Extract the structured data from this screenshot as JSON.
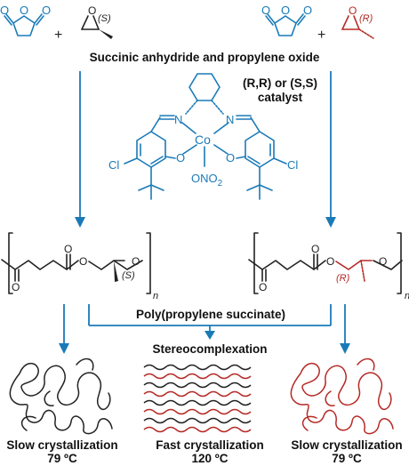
{
  "labels": {
    "left_stereo": "(S)",
    "right_stereo": "(R)",
    "reactants": "Succinic anhydride and propylene oxide",
    "catalyst_line1": "(R,R) or (S,S)",
    "catalyst_line2": "catalyst",
    "polymer_stereo_left": "(S)",
    "polymer_stereo_right": "(R)",
    "polymer_name": "Poly(propylene succinate)",
    "stereocomplexation": "Stereocomplexation",
    "n_left": "n",
    "n_right": "n"
  },
  "atoms": {
    "N": "N",
    "Co": "Co",
    "O": "O",
    "Cl": "Cl",
    "nitrate": "ONO",
    "nitrate_sub": "2"
  },
  "outcomes": [
    {
      "title": "Slow crystallization",
      "temp": "79 ºC"
    },
    {
      "title": "Fast crystallization",
      "temp": "120 ºC"
    },
    {
      "title": "Slow crystallization",
      "temp": "79 ºC"
    }
  ],
  "colors": {
    "blue": "#1a7ab7",
    "red": "#b52a26",
    "black": "#222222"
  }
}
